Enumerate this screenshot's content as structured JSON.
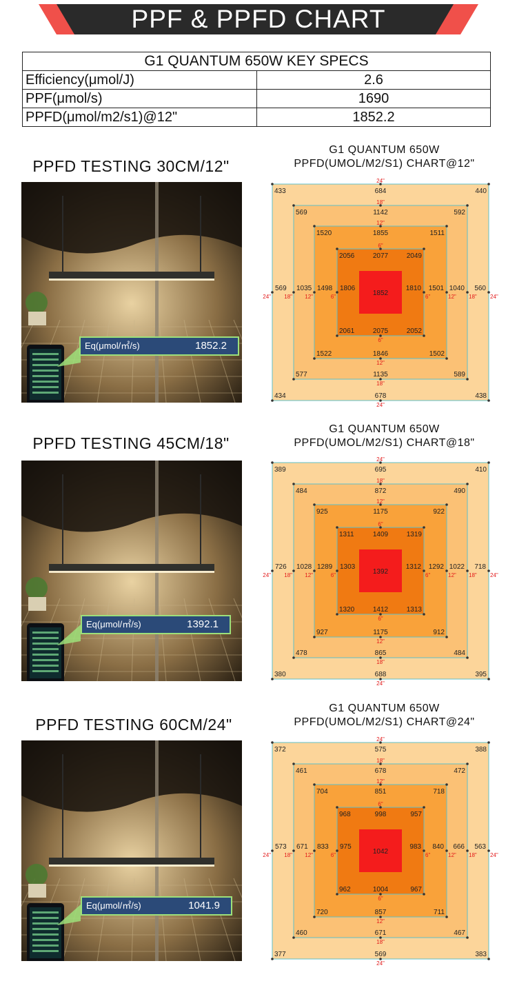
{
  "banner": {
    "title": "PPF & PPFD CHART"
  },
  "specs": {
    "header": "G1 QUANTUM 650W KEY SPECS",
    "rows": [
      {
        "key": "Efficiency(μmol/J)",
        "value": "2.6"
      },
      {
        "key": "PPF(μmol/s)",
        "value": "1690"
      },
      {
        "key": "PPFD(μmol/m2/s1)@12\"",
        "value": "1852.2"
      }
    ]
  },
  "sections": [
    {
      "testing_title": "PPFD TESTING 30CM/12\"",
      "chart_title_1": "G1 QUANTUM 650W",
      "chart_title_2": "PPFD(UMOL/M2/S1) CHART@12\"",
      "meter_label": "Eq(μmol/㎡/s)",
      "meter_value": "1852.2",
      "center": "1852",
      "ring24": [
        "433",
        "684",
        "440",
        "560",
        "438",
        "678",
        "434",
        "569"
      ],
      "ring18": [
        "569",
        "1142",
        "592",
        "1040",
        "589",
        "1135",
        "577",
        "1035"
      ],
      "ring12": [
        "1520",
        "1855",
        "1511",
        "1501",
        "1502",
        "1846",
        "1522",
        "1498"
      ],
      "ring6": [
        "2056",
        "2077",
        "2049",
        "1810",
        "2052",
        "2075",
        "2061",
        "1806"
      ]
    },
    {
      "testing_title": "PPFD TESTING 45CM/18\"",
      "chart_title_1": "G1 QUANTUM 650W",
      "chart_title_2": "PPFD(UMOL/M2/S1) CHART@18\"",
      "meter_label": "Eq(μmol/㎡/s)",
      "meter_value": "1392.1",
      "center": "1392",
      "ring24": [
        "389",
        "695",
        "410",
        "718",
        "395",
        "688",
        "380",
        "726"
      ],
      "ring18": [
        "484",
        "872",
        "490",
        "1022",
        "484",
        "865",
        "478",
        "1028"
      ],
      "ring12": [
        "925",
        "1175",
        "922",
        "1292",
        "912",
        "1175",
        "927",
        "1289"
      ],
      "ring6": [
        "1311",
        "1409",
        "1319",
        "1312",
        "1313",
        "1412",
        "1320",
        "1303"
      ]
    },
    {
      "testing_title": "PPFD TESTING 60CM/24\"",
      "chart_title_1": "G1 QUANTUM 650W",
      "chart_title_2": "PPFD(UMOL/M2/S1) CHART@24\"",
      "meter_label": "Eq(μmol/㎡/s)",
      "meter_value": "1041.9",
      "center": "1042",
      "ring24": [
        "372",
        "575",
        "388",
        "563",
        "383",
        "569",
        "377",
        "573"
      ],
      "ring18": [
        "461",
        "678",
        "472",
        "666",
        "467",
        "671",
        "460",
        "671"
      ],
      "ring12": [
        "704",
        "851",
        "718",
        "840",
        "711",
        "857",
        "720",
        "833"
      ],
      "ring6": [
        "968",
        "998",
        "957",
        "983",
        "967",
        "1004",
        "962",
        "975"
      ]
    }
  ],
  "distance_labels": [
    "24\"",
    "18\"",
    "12\"",
    "6\""
  ],
  "colors": {
    "banner_dark": "#2a2a2a",
    "banner_accent": "#f0504a",
    "zone_24": "#fcd59a",
    "zone_18": "#fbc175",
    "zone_12": "#f9a23a",
    "zone_6": "#f07a12",
    "center": "#f41c1c",
    "grid_line": "#5fc0c8",
    "distance_label": "#e21a1a"
  }
}
